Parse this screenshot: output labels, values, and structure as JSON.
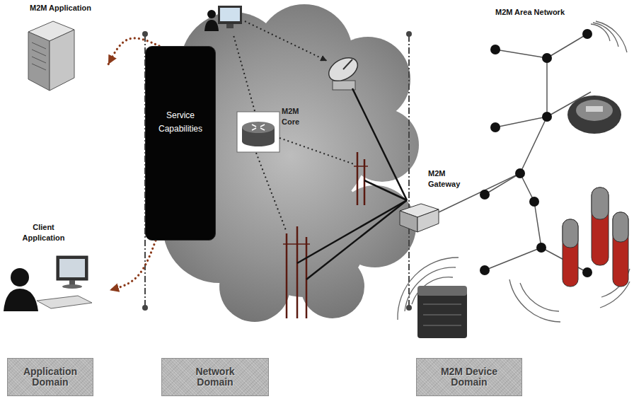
{
  "diagram": {
    "nodes": [
      {
        "text": [
          "M2M Application"
        ]
      },
      {
        "text": [
          "Client Application"
        ]
      },
      {
        "text": [
          "Service Capabilities"
        ]
      },
      {
        "text": [
          "M2M Gateway"
        ]
      },
      {
        "text": [
          "Application Domain"
        ]
      },
      {
        "text": [
          "Network Domain"
        ]
      },
      {
        "text": [
          "M2M Device Domain"
        ]
      }
    ],
    "edges": [
      {
        "from": 2,
        "to": 0,
        "arrow": "to"
      },
      {
        "from": 2,
        "to": 1,
        "arrow": "to"
      }
    ],
    "labels": [
      "M2M Core",
      "M2M Area Network"
    ]
  }
}
